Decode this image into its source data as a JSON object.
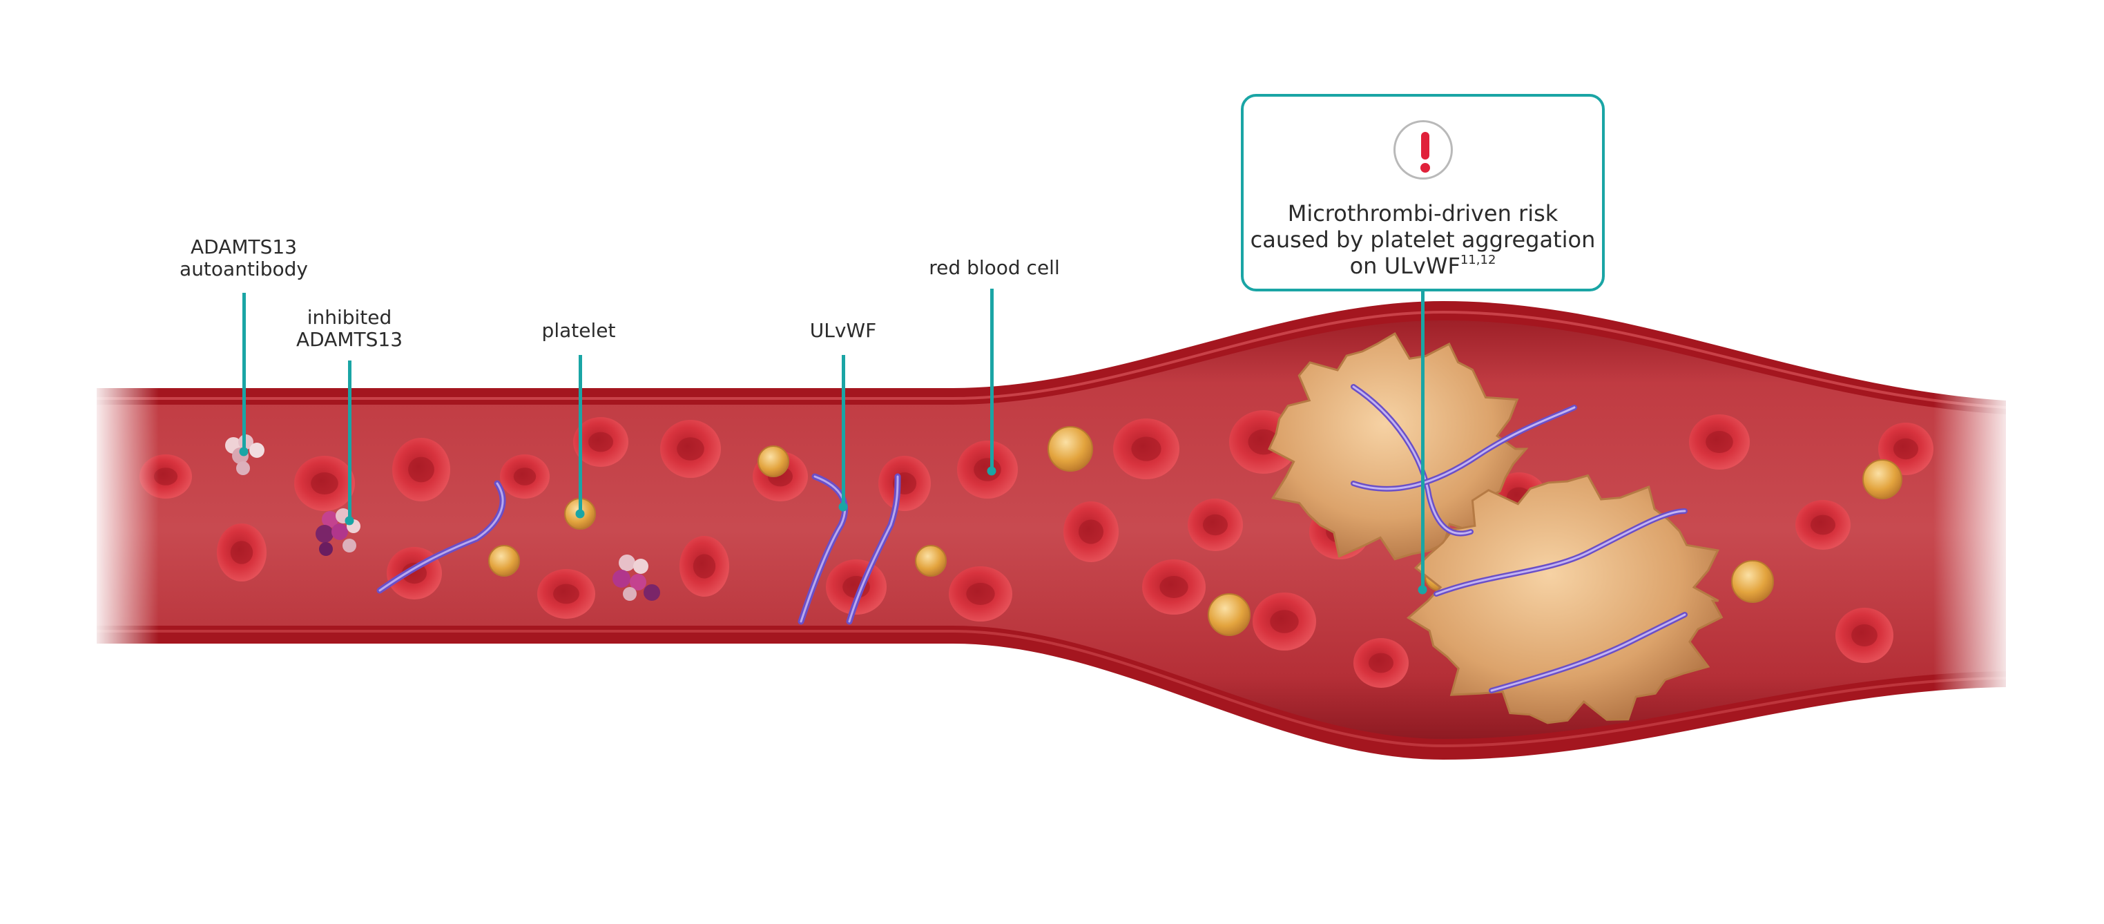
{
  "labels": {
    "autoantibody": [
      "ADAMTS13",
      "autoantibody"
    ],
    "inhibited": [
      "inhibited",
      "ADAMTS13"
    ],
    "platelet": "platelet",
    "ulvwf": "ULvWF",
    "rbc": "red blood cell"
  },
  "callout": {
    "line1": "Microthrombi-driven risk",
    "line2": "caused by platelet aggregation",
    "line3": "on ULvWF",
    "refs": "11,12"
  },
  "colors": {
    "leader": "#1aa5a5",
    "alert": "#e0213a",
    "vessel_wall": "#a4161f",
    "blood_plasma": "#c23a40",
    "red_blood_cell": "#d9323c",
    "platelet": "#e0a238",
    "ulvwf_strand": "#6a4fc8",
    "antibody": "#e7c0c8",
    "inhibited_adamts13": "#b1368c"
  },
  "icons": {
    "alert": "exclamation-circle-icon"
  }
}
